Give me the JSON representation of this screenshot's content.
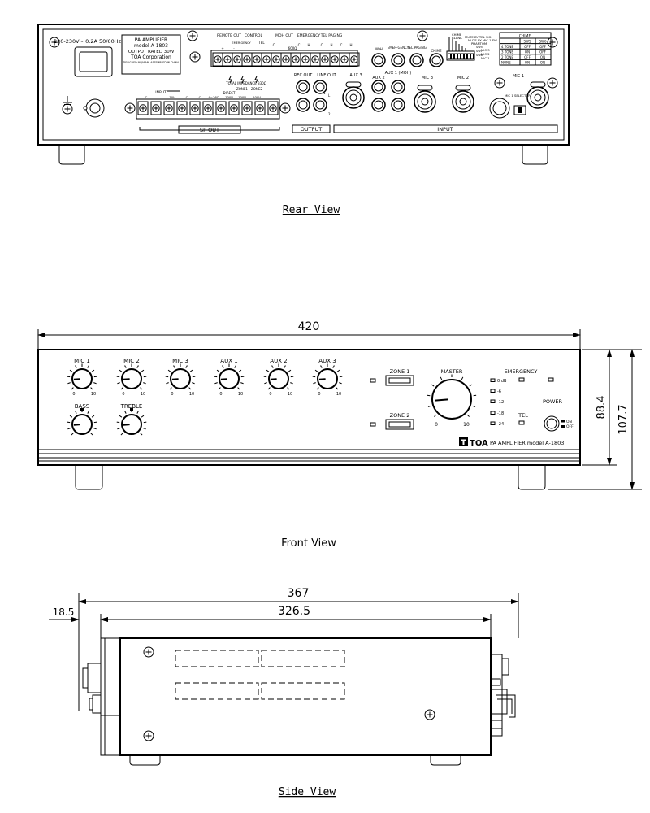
{
  "rear": {
    "caption": "Rear View",
    "power_rating": "220-230V~ 0.2A 50/60Hz",
    "nameplate": [
      "PA AMPLIFIER",
      "model A-1803",
      "OUTPUT RATED 30W",
      "TOA Corporation",
      "DESIGNED IN JAPAN, ASSEMBLED IN CHINA"
    ],
    "remote_out": "REMOTE OUT",
    "control": "CONTROL",
    "emergency_small": "EMER-GENCY",
    "tel": "TEL",
    "moh_out": "MOH OUT",
    "emergency": "EMERGENCY",
    "tel_paging": "TEL PAGING",
    "tb_letters": [
      "+",
      "-",
      "C",
      "C",
      "H",
      "C",
      "H",
      "C",
      "H"
    ],
    "ohm600": "600Ω",
    "dip": [
      "CHIME",
      "BLANK",
      "MUTE BY TEL SIG",
      "MUTE BY MIC 1 SIG",
      "PHANTOM",
      "MIC 3",
      "MIC 2",
      "MIC 1"
    ],
    "sw": [
      "SW5",
      "SW7",
      "SW8"
    ],
    "chime_table": {
      "title": "CHIME",
      "head": [
        "",
        "SW5",
        "SW6"
      ],
      "rows": [
        [
          "4 TONE",
          "OFF",
          "OFF"
        ],
        [
          "3 TONE",
          "ON",
          "OFF"
        ],
        [
          "2 TONE",
          "OFF",
          "ON"
        ],
        [
          "NONE",
          "ON",
          "ON"
        ]
      ]
    },
    "rca_labels": [
      "MOH",
      "EMER-GENCY",
      "TEL PAGING",
      "CHIME"
    ],
    "rec_out": "REC OUT",
    "line_out": "LINE OUT",
    "aux3": "AUX 3",
    "aux2": "AUX 2",
    "aux1": "AUX 1 (MOH)",
    "mic3": "MIC 3",
    "mic2": "MIC 2",
    "mic1": "MIC 1",
    "mic1_selector": "MIC 1 SELECTOR",
    "input_small": "INPUT",
    "tb_bottom": [
      "C",
      "70V",
      "C",
      "C",
      "4~16Ω",
      "100V",
      "100V",
      "100V"
    ],
    "total_impedance": "TOTAL IMPEDANCE 330Ω",
    "direct_zones": [
      "DIRECT",
      "ZONE1",
      "ZONE2"
    ],
    "sp_out": "SP OUT",
    "output": "OUTPUT",
    "input": "INPUT",
    "ch_marks": [
      "L",
      "1",
      "2"
    ]
  },
  "front": {
    "caption": "Front View",
    "dims": {
      "width": "420",
      "height1": "88.4",
      "height2": "107.7"
    },
    "knobs": [
      "MIC 1",
      "MIC 2",
      "MIC 3",
      "AUX 1",
      "AUX 2",
      "AUX 3"
    ],
    "tone": [
      "BASS",
      "TREBLE"
    ],
    "dial": {
      "lo": "0",
      "hi": "10"
    },
    "zone1": "ZONE 1",
    "zone2": "ZONE 2",
    "master": "MASTER",
    "emergency": "EMERGENCY",
    "meter": [
      "0 dB",
      "-6",
      "-12",
      "-18",
      "-24"
    ],
    "tel": "TEL",
    "power": "POWER",
    "power_states": [
      "ON",
      "OFF"
    ],
    "brand": "TOA",
    "model": "PA AMPLIFIER  model A-1803"
  },
  "side": {
    "caption": "Side View",
    "dims": {
      "overall": "367",
      "depth": "326.5",
      "front": "18.5"
    }
  }
}
